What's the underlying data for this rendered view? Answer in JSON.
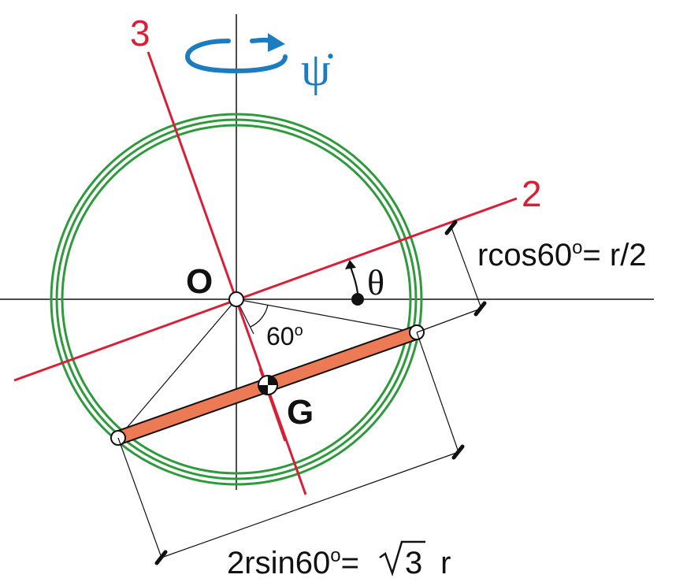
{
  "labels": {
    "axis3": "3",
    "axis2": "2",
    "psi_dot": "ψ̇",
    "origin": "O",
    "theta": "θ",
    "center_of_mass": "G",
    "angle_num": "60",
    "angle_sup": "o",
    "rcos_part1": "rcos60",
    "rcos_sup": "o",
    "rcos_part2": "= r/2",
    "rsin_part1": "2rsin60",
    "rsin_sup": "o",
    "rsin_part2": "=",
    "sqrt_num": "3",
    "rsin_part3": " r"
  },
  "colors": {
    "ring": "#2e9a3c",
    "axis_lines": "#d81f36",
    "bar_fill": "#ec7a55",
    "rotation_arrow": "#1c7cc0",
    "text": "#111111"
  },
  "icons": {
    "rotation": "curved-rotation-arrow-icon",
    "theta_marker": "theta-direction-arrow-icon",
    "center_of_mass": "center-of-mass-symbol-icon"
  }
}
